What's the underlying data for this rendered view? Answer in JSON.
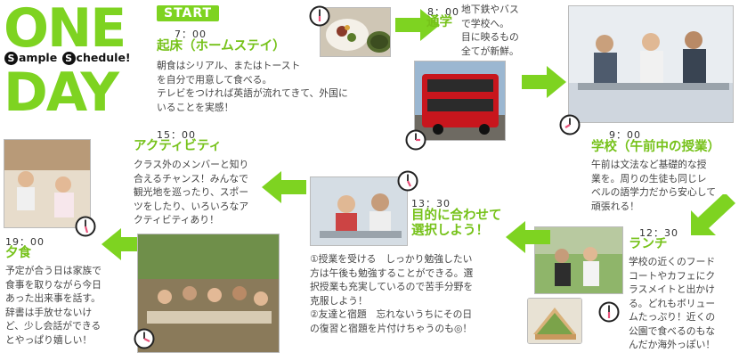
{
  "title": {
    "line1": "ONE",
    "line2": "DAY"
  },
  "subtitle": {
    "s1": "S",
    "rest1": "ample ",
    "s2": "S",
    "rest2": "chedule!"
  },
  "start_label": "START",
  "steps": [
    {
      "time": "7：00",
      "heading": "起床（ホームステイ）",
      "lines": [
        "朝食はシリアル、またはトースト",
        "を自分で用意して食べる。",
        "テレビをつければ英語が流れてきて、外国に",
        "いることを実感！"
      ]
    },
    {
      "time": "8：00",
      "heading": "通学",
      "lines": [
        "地下鉄やバス",
        "で学校へ。",
        "目に映るもの",
        "全てが新鮮。"
      ]
    },
    {
      "time": "9：00",
      "heading": "学校（午前中の授業）",
      "lines": [
        "午前は文法など基礎的な授",
        "業を。周りの生徒も同じレ",
        "ベルの語学力だから安心して",
        "頑張れる！"
      ]
    },
    {
      "time": "12：30",
      "heading": "ランチ",
      "lines": [
        "学校の近くのフード",
        "コートやカフェにク",
        "ラスメイトと出かけ",
        "る。どれもボリュー",
        "ムたっぷり！近くの",
        "公園で食べるのもな",
        "んだか海外っぽい！"
      ]
    },
    {
      "time": "13：30",
      "heading_lines": [
        "目的に合わせて",
        "選択しよう！"
      ],
      "lines": [
        "①授業を受ける　しっかり勉強したい",
        "方は午後も勉強することができる。選",
        "択授業も充実しているので苦手分野を",
        "克服しよう！",
        "②友達と宿題　忘れないうちにその日",
        "の復習と宿題を片付けちゃうのも◎！"
      ]
    },
    {
      "time": "15：00",
      "heading": "アクティビティ",
      "lines": [
        "クラス外のメンバーと知り",
        "合えるチャンス！みんなで",
        "観光地を巡ったり、スポー",
        "ツをしたり、いろいろなア",
        "クティビティあり！"
      ]
    },
    {
      "time": "19：00",
      "heading": "夕食",
      "lines": [
        "予定が合う日は家族で",
        "食事を取りながら今日",
        "あった出来事を話す。",
        "辞書は手放せないけ",
        "ど、少し会話ができる",
        "とやっぱり嬉しい！"
      ]
    }
  ],
  "colors": {
    "accent": "#7ed321",
    "heading": "#76c21a",
    "clock": "#e8527a"
  },
  "icons": [
    "clock-icon",
    "right-arrow-icon",
    "down-left-arrow-icon",
    "left-arrow-icon"
  ]
}
